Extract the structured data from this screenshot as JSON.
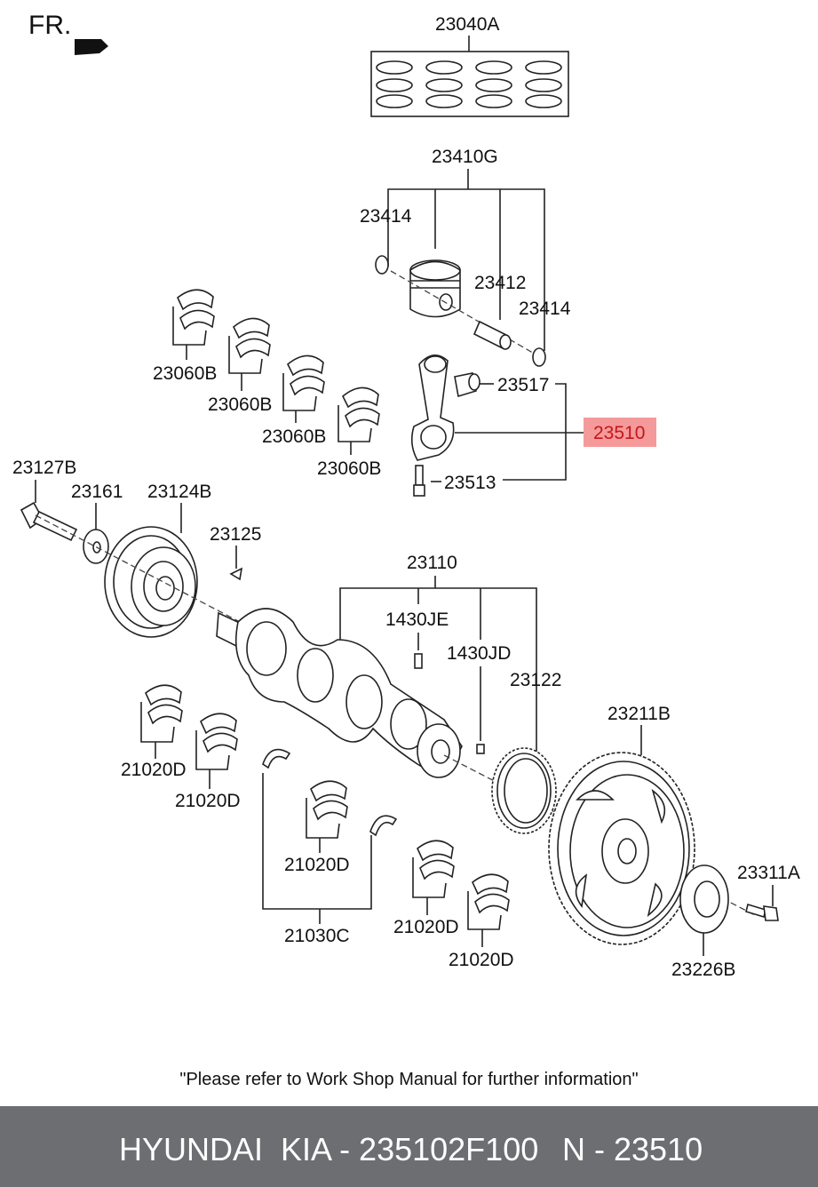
{
  "orientation_label": "FR.",
  "parts": {
    "p23040A": "23040A",
    "p23410G": "23410G",
    "p23414_left": "23414",
    "p23412": "23412",
    "p23414_right": "23414",
    "p23517": "23517",
    "p23510": "23510",
    "p23513": "23513",
    "p23060B_1": "23060B",
    "p23060B_2": "23060B",
    "p23060B_3": "23060B",
    "p23060B_4": "23060B",
    "p23127B": "23127B",
    "p23161": "23161",
    "p23124B": "23124B",
    "p23125": "23125",
    "p23110": "23110",
    "p1430JE": "1430JE",
    "p1430JD": "1430JD",
    "p23122": "23122",
    "p23211B": "23211B",
    "p23311A": "23311A",
    "p23226B": "23226B",
    "p21020D_1": "21020D",
    "p21020D_2": "21020D",
    "p21020D_3": "21020D",
    "p21020D_4": "21020D",
    "p21020D_5": "21020D",
    "p21030C": "21030C"
  },
  "highlight_color": "#f59a9a",
  "note": "\"Please refer to Work Shop Manual for further information\"",
  "footer": {
    "brand": "HYUNDAI  KIA - 235102F100",
    "ref": "N - 23510",
    "background": "#6d6e71"
  }
}
